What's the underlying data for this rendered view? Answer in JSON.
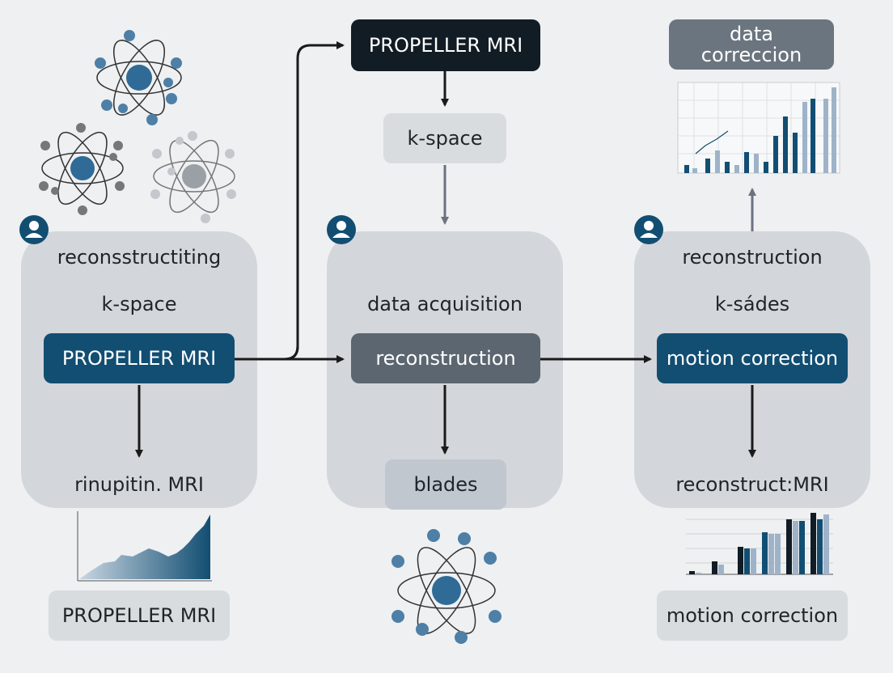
{
  "colors": {
    "background": "#eef0f2",
    "panel": "#d3d6da",
    "accent_blue": "#124e72",
    "dark": "#111c24",
    "slate": "#5b6670",
    "arrow": "#1a1a1a",
    "arrow_gray": "#6b7280"
  },
  "icons": [
    "user-icon",
    "atom-icon"
  ],
  "left_panel": {
    "title": "reconsstructiting",
    "subtitle": "k-space",
    "highlight": "PROPELLER MRI",
    "bottom_text": "rinupitin. MRI"
  },
  "center_panel": {
    "top_box": "PROPELLER MRI",
    "kspace_box": "k-space",
    "title": "data acquisition",
    "highlight": "reconstruction",
    "bottom_box": "blades"
  },
  "right_panel": {
    "top_box": "data\ncorreccion",
    "title": "reconstruction",
    "subtitle": "k-sádes",
    "highlight": "motion correction",
    "bottom_text": "reconstruct:MRI"
  },
  "bottom_left_box": "PROPELLER MRI",
  "bottom_right_box": "motion correction"
}
